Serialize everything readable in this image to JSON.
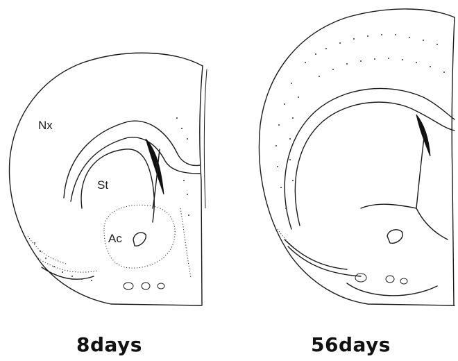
{
  "panels": [
    {
      "caption": "8days",
      "labels": {
        "neocortex": "Nx",
        "striatum": "St",
        "accumbens": "Ac"
      }
    },
    {
      "caption": "56days"
    }
  ]
}
